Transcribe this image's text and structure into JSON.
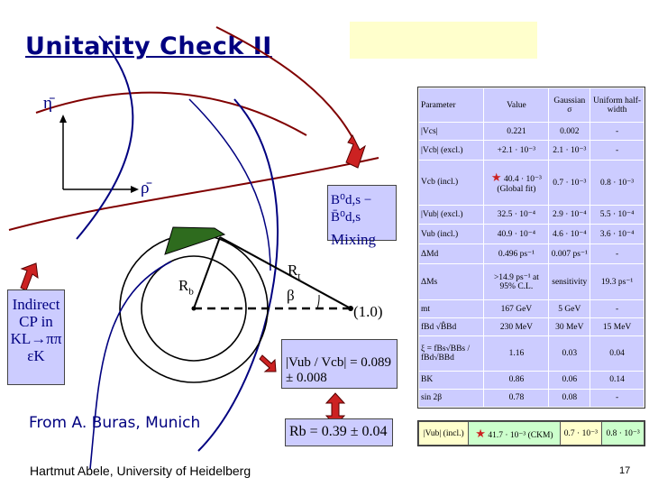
{
  "title": "Unitarity Check II",
  "credit": "From A. Buras, Munich",
  "footer": "Hartmut Abele, University of Heidelberg",
  "page_number": "17",
  "diagram": {
    "eta_label": "η̄",
    "rho_label": "ρ̄",
    "rt_label": "R",
    "rt_sub": "t",
    "rb_label": "R",
    "rb_sub": "b",
    "beta_label": "β",
    "point_label": "(1.0)"
  },
  "mixing_box": {
    "formula": "B⁰d,s − B̄⁰d,s",
    "label": "Mixing"
  },
  "indirect_box": {
    "line1": "Indirect",
    "line2": "CP in",
    "line3": "KL→ππ",
    "line4": "εK"
  },
  "vub_box": {
    "formula": "|Vub / Vcb| = 0.089 ± 0.008"
  },
  "rb_box": {
    "formula": "Rb = 0.39 ± 0.04"
  },
  "table": {
    "headers": [
      "Parameter",
      "Value",
      "Gaussian σ",
      "Uniform half-width"
    ],
    "rows": [
      [
        "|Vcs|",
        "0.221",
        "0.002",
        "-"
      ],
      [
        "|Vcb| (excl.)",
        "+2.1 · 10⁻³",
        "2.1 · 10⁻³",
        "-"
      ],
      [
        "Vcb (incl.)",
        "40.4 · 10⁻³ (Global fit)",
        "0.7 · 10⁻³",
        "0.8 · 10⁻³"
      ],
      [
        "|Vub| (excl.)",
        "32.5 · 10⁻⁴",
        "2.9 · 10⁻⁴",
        "5.5 · 10⁻⁴"
      ],
      [
        "Vub (incl.)",
        "40.9 · 10⁻⁴",
        "4.6 · 10⁻⁴",
        "3.6 · 10⁻⁴"
      ],
      [
        "ΔMd",
        "0.496 ps⁻¹",
        "0.007 ps⁻¹",
        "-"
      ],
      [
        "ΔMs",
        ">14.9 ps⁻¹ at 95% C.L.",
        "sensitivity",
        "19.3 ps⁻¹"
      ],
      [
        "mt",
        "167 GeV",
        "5 GeV",
        "-"
      ],
      [
        "fBd √B̂Bd",
        "230 MeV",
        "30 MeV",
        "15 MeV"
      ],
      [
        "ξ = fBs√BBs / fBd√BBd",
        "1.16",
        "0.03",
        "0.04"
      ],
      [
        "BK",
        "0.86",
        "0.06",
        "0.14"
      ],
      [
        "sin 2β",
        "0.78",
        "0.08",
        "-"
      ]
    ],
    "bottom_row": [
      "|Vub| (incl.)",
      "41.7 · 10⁻³ (CKM)",
      "0.7 · 10⁻³",
      "0.8 · 10⁻³"
    ]
  },
  "colors": {
    "title": "#000080",
    "curve_red": "#800000",
    "curve_blue": "#000080",
    "wedge": "#2e6b1e",
    "arrow_red": "#cc2222",
    "box_fill": "#ccccff",
    "highlight_yellow": "#ffffcc"
  }
}
